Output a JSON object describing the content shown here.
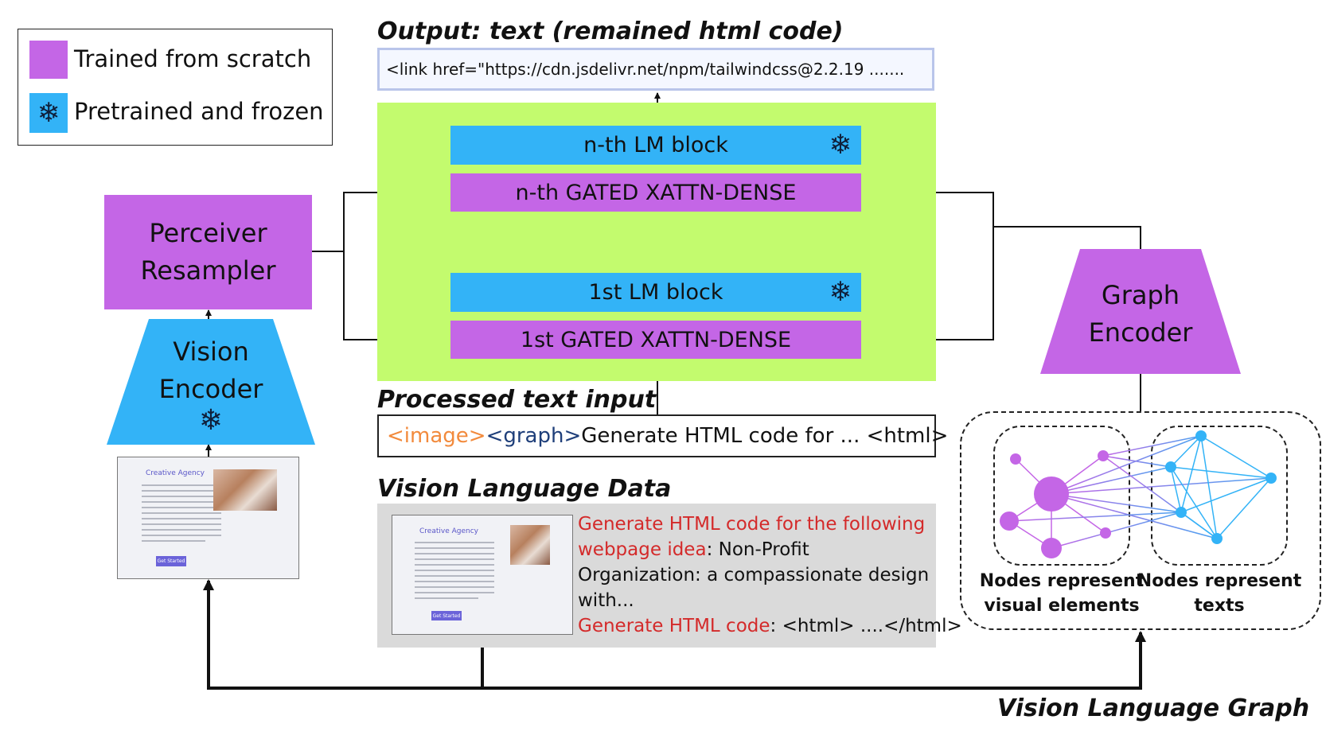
{
  "legend": {
    "items": [
      {
        "label": "Trained from scratch",
        "color": "#c466e6"
      },
      {
        "label": "Pretrained and frozen",
        "color": "#33b3f7",
        "icon": "snowflake-icon"
      }
    ]
  },
  "output": {
    "heading": "Output: text (remained html code)",
    "code": "<link href=\"https://cdn.jsdelivr.net/npm/tailwindcss@2.2.19 ......."
  },
  "lm_stack": {
    "nth_lm_block": "n-th LM block",
    "nth_xattn": "n-th GATED XATTN-DENSE",
    "first_lm_block": "1st LM block",
    "first_xattn": "1st GATED XATTN-DENSE"
  },
  "perceiver": {
    "label_line1": "Perceiver",
    "label_line2": "Resampler"
  },
  "vision_encoder": {
    "label_line1": "Vision",
    "label_line2": "Encoder"
  },
  "graph_encoder": {
    "label_line1": "Graph",
    "label_line2": "Encoder"
  },
  "processed_input": {
    "heading": "Processed text input",
    "image_token": "<image>",
    "graph_token": "<graph>",
    "text": "Generate HTML code for ... <html>"
  },
  "vl_data": {
    "heading": "Vision Language Data",
    "prompt_red_1": "Generate HTML code for the following",
    "prompt_red_2": "webpage idea",
    "prompt_black_2": ":  Non-Profit",
    "prompt_black_3": "Organization: a compassionate design",
    "prompt_black_4": "with...",
    "code_red": "Generate HTML code",
    "code_black": ": <html> ....</html>"
  },
  "thumbnail": {
    "title": "Creative Agency",
    "button": "Get Started"
  },
  "graph_panel": {
    "visual_caption_line1": "Nodes represent",
    "visual_caption_line2": "visual elements",
    "text_caption_line1": "Nodes represent",
    "text_caption_line2": "texts"
  },
  "footer": {
    "label": "Vision Language Graph"
  },
  "colors": {
    "purple": "#c466e6",
    "blue": "#33b3f7",
    "green": "#c3fb6e",
    "red_text": "#d42a2a",
    "orange_token": "#f28a3c",
    "navy_token": "#1f3f7a"
  }
}
